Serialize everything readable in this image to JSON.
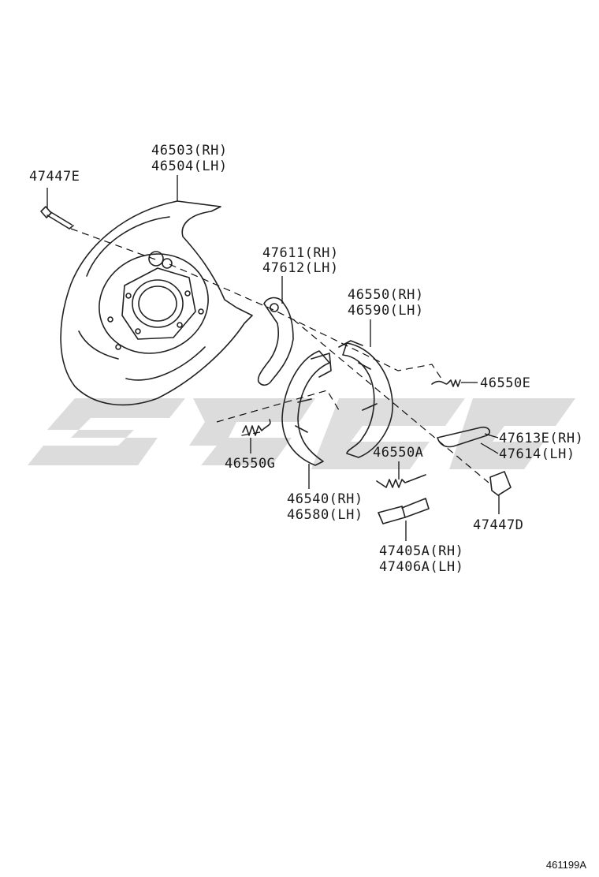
{
  "diagram": {
    "colors": {
      "line": "#222222",
      "watermark": "#dcdcdc",
      "background": "#ffffff"
    },
    "labels": {
      "p47447E": "47447E",
      "p46503": "46503(RH)",
      "p46504": "46504(LH)",
      "p47611": "47611(RH)",
      "p47612": "47612(LH)",
      "p46550": "46550(RH)",
      "p46590": "46590(LH)",
      "p46550E": "46550E",
      "p47613E": "47613E(RH)",
      "p47614": "47614(LH)",
      "p46550A": "46550A",
      "p46550G": "46550G",
      "p46540": "46540(RH)",
      "p46580": "46580(LH)",
      "p47447D": "47447D",
      "p47405A": "47405A(RH)",
      "p47406A": "47406A(LH)"
    },
    "reference": "461199A",
    "watermark_text": "SPC"
  }
}
